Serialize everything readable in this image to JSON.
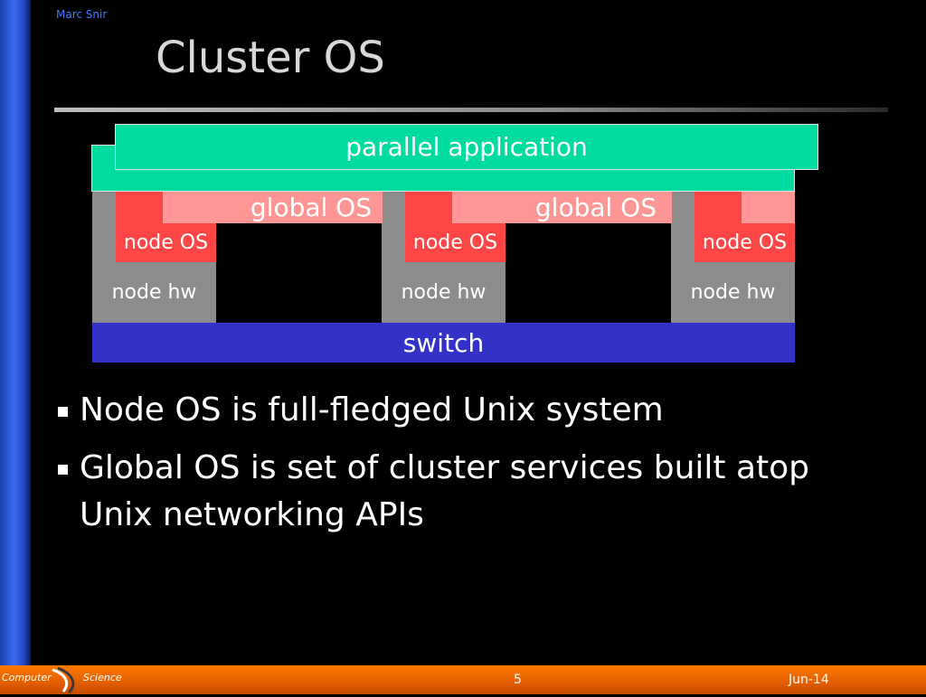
{
  "author": "Marc Snir",
  "title": "Cluster OS",
  "diagram": {
    "app_label": "parallel application",
    "global_os_label": "global OS",
    "node_os_label": "node OS",
    "node_hw_label": "node hw",
    "switch_label": "switch"
  },
  "bullets": [
    "Node OS is full-fledged Unix system",
    "Global OS is set of cluster services built atop Unix networking APIs"
  ],
  "footer": {
    "page_number": "5",
    "date": "Jun-14",
    "logo_word1": "Computer",
    "logo_word2": "Science"
  },
  "colors": {
    "app": "#00dca0",
    "global_os": "#ff9696",
    "node_os": "#ff4646",
    "node_hw": "#8c8c8c",
    "switch": "#3232c8",
    "footer": "#ff7a00"
  }
}
